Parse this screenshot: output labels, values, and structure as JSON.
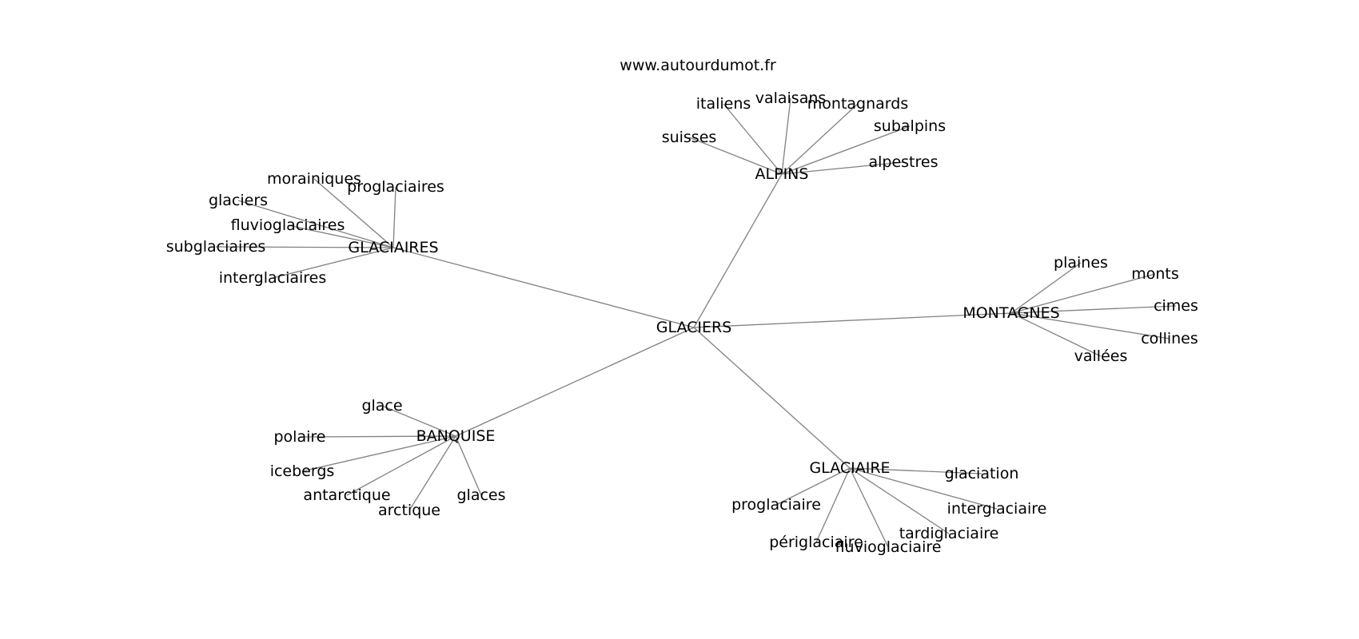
{
  "watermark": "www.autourdumot.fr",
  "graph": {
    "center": "GLACIERS",
    "hubs": [
      {
        "label": "ALPINS",
        "words": [
          "italiens",
          "valaisans",
          "montagnards",
          "subalpins",
          "suisses",
          "alpestres"
        ]
      },
      {
        "label": "GLACIAIRES",
        "words": [
          "morainiques",
          "proglaciaires",
          "glaciers",
          "fluvioglaciaires",
          "subglaciaires",
          "interglaciaires"
        ]
      },
      {
        "label": "MONTAGNES",
        "words": [
          "plaines",
          "monts",
          "cimes",
          "collines",
          "vallées"
        ]
      },
      {
        "label": "BANQUISE",
        "words": [
          "glace",
          "polaire",
          "icebergs",
          "antarctique",
          "arctique",
          "glaces"
        ]
      },
      {
        "label": "GLACIAIRE",
        "words": [
          "glaciation",
          "proglaciaire",
          "interglaciaire",
          "tardiglaciaire",
          "périglaciaire",
          "fluvioglaciaire"
        ]
      }
    ]
  }
}
